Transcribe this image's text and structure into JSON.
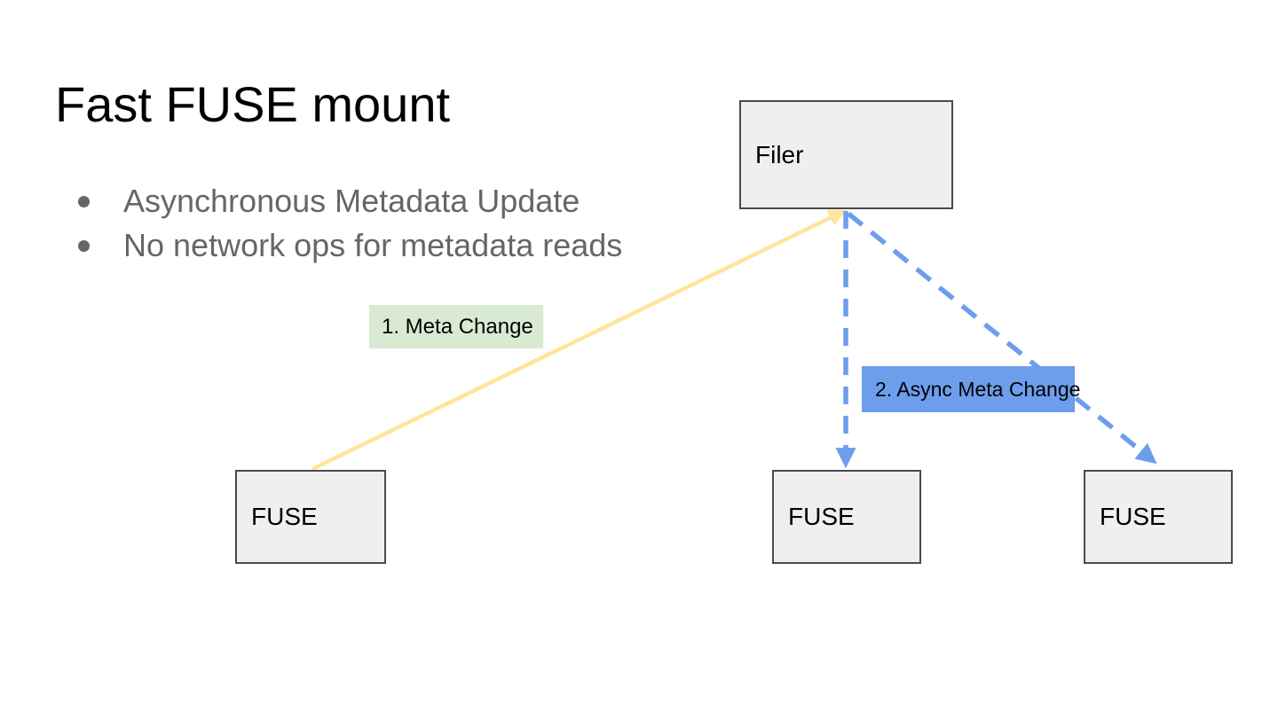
{
  "slide": {
    "title": "Fast FUSE mount",
    "bullets": [
      "Asynchronous Metadata Update",
      "No network ops for metadata reads"
    ]
  },
  "diagram": {
    "nodes": {
      "filer": "Filer",
      "fuse_left": "FUSE",
      "fuse_middle": "FUSE",
      "fuse_right": "FUSE"
    },
    "edge_labels": {
      "meta_change": "1. Meta Change",
      "async_meta_change": "2. Async Meta Change"
    },
    "colors": {
      "title_color": "#000000",
      "bullet_color": "#666666",
      "node_fill": "#efefef",
      "node_border": "#4a4a4a",
      "sync_arrow": "#ffe599",
      "async_arrow": "#6d9eeb",
      "meta_change_bg": "#d9ead3",
      "async_meta_change_bg": "#6d9eeb"
    }
  }
}
